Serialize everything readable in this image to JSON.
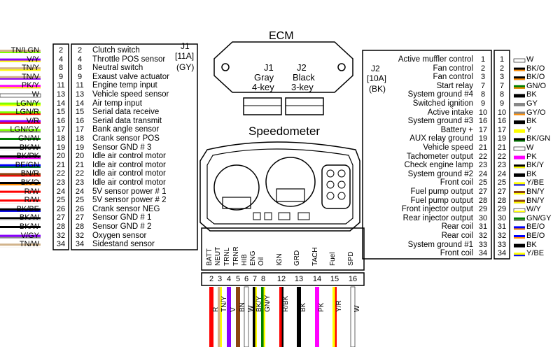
{
  "ecm": {
    "title": "ECM",
    "j1": "J1",
    "j1_color": "Gray",
    "j1_key": "4-key",
    "j2": "J2",
    "j2_color": "Black",
    "j2_key": "3-key"
  },
  "speedometer": {
    "title": "Speedometer"
  },
  "j1_connector": {
    "name": "J1",
    "amps": "[11A]",
    "color": "(GY)"
  },
  "j2_connector": {
    "name": "J2",
    "amps": "[10A]",
    "color": "(BK)"
  },
  "j1_rows": [
    {
      "wire": "TN/LGN",
      "pin": "2",
      "pin2": "2",
      "label": "Clutch switch",
      "c1": "#d2b48c",
      "c2": "#7fff00"
    },
    {
      "wire": "V/Y",
      "pin": "4",
      "pin2": "4",
      "label": "Throttle POS sensor",
      "c1": "#8b00ff",
      "c2": "#ffff00"
    },
    {
      "wire": "TN/Y",
      "pin": "8",
      "pin2": "8",
      "label": "Neutral switch",
      "c1": "#d2b48c",
      "c2": "#ffff00"
    },
    {
      "wire": "TN/V",
      "pin": "9",
      "pin2": "9",
      "label": "Exaust valve actuator",
      "c1": "#d2b48c",
      "c2": "#8b00ff"
    },
    {
      "wire": "PK/Y",
      "pin": "11",
      "pin2": "11",
      "label": "Engine temp input",
      "c1": "#ff00ff",
      "c2": "#ffff00"
    },
    {
      "wire": "W",
      "pin": "13",
      "pin2": "13",
      "label": "Vehicle speed sensor",
      "c1": "#ffffff",
      "c2": "#ffffff"
    },
    {
      "wire": "LGN/Y",
      "pin": "14",
      "pin2": "14",
      "label": "Air temp input",
      "c1": "#7fff00",
      "c2": "#ffff00"
    },
    {
      "wire": "LGN/R",
      "pin": "15",
      "pin2": "15",
      "label": "Serial data receive",
      "c1": "#7fff00",
      "c2": "#ff0000"
    },
    {
      "wire": "V/R",
      "pin": "16",
      "pin2": "16",
      "label": "Serial data transmit",
      "c1": "#8b00ff",
      "c2": "#ff0000"
    },
    {
      "wire": "LGN/GY",
      "pin": "17",
      "pin2": "17",
      "label": "Bank angle sensor",
      "c1": "#7fff00",
      "c2": "#888888"
    },
    {
      "wire": "GN/W",
      "pin": "18",
      "pin2": "18",
      "label": "Crank sensor POS",
      "c1": "#008000",
      "c2": "#ffffff"
    },
    {
      "wire": "BK/W",
      "pin": "19",
      "pin2": "19",
      "label": "Sensor GND # 3",
      "c1": "#000000",
      "c2": "#ffffff"
    },
    {
      "wire": "BK/PK",
      "pin": "20",
      "pin2": "20",
      "label": "Idle air control motor",
      "c1": "#000000",
      "c2": "#ff00ff"
    },
    {
      "wire": "BE/GN",
      "pin": "21",
      "pin2": "21",
      "label": "Idle air control motor",
      "c1": "#0000ff",
      "c2": "#008000"
    },
    {
      "wire": "BN/R",
      "pin": "22",
      "pin2": "22",
      "label": "Idle air control motor",
      "c1": "#8b4513",
      "c2": "#ff0000"
    },
    {
      "wire": "BK/O",
      "pin": "23",
      "pin2": "23",
      "label": "Idle air control motor",
      "c1": "#000000",
      "c2": "#ff8c00"
    },
    {
      "wire": "R/W",
      "pin": "24",
      "pin2": "24",
      "label": "5V sensor power # 1",
      "c1": "#ff0000",
      "c2": "#ffffff"
    },
    {
      "wire": "R/W",
      "pin": "25",
      "pin2": "25",
      "label": "5V sensor power # 2",
      "c1": "#ff0000",
      "c2": "#ffffff"
    },
    {
      "wire": "BK/BE",
      "pin": "26",
      "pin2": "26",
      "label": "Crank sensor NEG",
      "c1": "#000000",
      "c2": "#0000ff"
    },
    {
      "wire": "BK/W",
      "pin": "27",
      "pin2": "27",
      "label": "Sensor GND # 1",
      "c1": "#000000",
      "c2": "#ffffff"
    },
    {
      "wire": "BK/W",
      "pin": "28",
      "pin2": "28",
      "label": "Sensor GND # 2",
      "c1": "#000000",
      "c2": "#ffffff"
    },
    {
      "wire": "V/GY",
      "pin": "32",
      "pin2": "32",
      "label": "Oxygen sensor",
      "c1": "#8b00ff",
      "c2": "#888888"
    },
    {
      "wire": "TN/W",
      "pin": "34",
      "pin2": "34",
      "label": "Sidestand sensor",
      "c1": "#d2b48c",
      "c2": "#ffffff"
    }
  ],
  "j2_rows": [
    {
      "label": "Active muffler control",
      "pin": "1",
      "pin2": "1",
      "wire": "W",
      "c1": "#ffffff",
      "c2": "#ffffff"
    },
    {
      "label": "Fan control",
      "pin": "2",
      "pin2": "2",
      "wire": "BK/O",
      "c1": "#000000",
      "c2": "#ff8c00"
    },
    {
      "label": "Fan control",
      "pin": "3",
      "pin2": "3",
      "wire": "BK/O",
      "c1": "#000000",
      "c2": "#ff8c00"
    },
    {
      "label": "Start relay",
      "pin": "7",
      "pin2": "7",
      "wire": "GN/O",
      "c1": "#008000",
      "c2": "#ff8c00"
    },
    {
      "label": "System ground #4",
      "pin": "8",
      "pin2": "8",
      "wire": "BK",
      "c1": "#000000",
      "c2": "#000000"
    },
    {
      "label": "Switched ignition",
      "pin": "9",
      "pin2": "9",
      "wire": "GY",
      "c1": "#888888",
      "c2": "#888888"
    },
    {
      "label": "Active intake",
      "pin": "10",
      "pin2": "10",
      "wire": "GY/O",
      "c1": "#888888",
      "c2": "#ff8c00"
    },
    {
      "label": "System ground #3",
      "pin": "16",
      "pin2": "16",
      "wire": "BK",
      "c1": "#000000",
      "c2": "#000000"
    },
    {
      "label": "Battery +",
      "pin": "17",
      "pin2": "17",
      "wire": "Y",
      "c1": "#ffff00",
      "c2": "#ffff00"
    },
    {
      "label": "AUX relay ground",
      "pin": "19",
      "pin2": "19",
      "wire": "BK/GN",
      "c1": "#000000",
      "c2": "#008000"
    },
    {
      "label": "Vehicle speed",
      "pin": "21",
      "pin2": "21",
      "wire": "W",
      "c1": "#ffffff",
      "c2": "#ffffff"
    },
    {
      "label": "Tachometer output",
      "pin": "22",
      "pin2": "22",
      "wire": "PK",
      "c1": "#ff00ff",
      "c2": "#ff00ff"
    },
    {
      "label": "Check engine lamp",
      "pin": "23",
      "pin2": "23",
      "wire": "BK/Y",
      "c1": "#000000",
      "c2": "#ffff00"
    },
    {
      "label": "System ground #2",
      "pin": "24",
      "pin2": "24",
      "wire": "BK",
      "c1": "#000000",
      "c2": "#000000"
    },
    {
      "label": "Front coil",
      "pin": "25",
      "pin2": "25",
      "wire": "Y/BE",
      "c1": "#ffff00",
      "c2": "#0000ff"
    },
    {
      "label": "Fuel pump output",
      "pin": "27",
      "pin2": "27",
      "wire": "BN/Y",
      "c1": "#8b4513",
      "c2": "#ffff00"
    },
    {
      "label": "Fuel pump output",
      "pin": "28",
      "pin2": "28",
      "wire": "BN/Y",
      "c1": "#8b4513",
      "c2": "#ffff00"
    },
    {
      "label": "Front injector output",
      "pin": "29",
      "pin2": "29",
      "wire": "W/Y",
      "c1": "#ffffff",
      "c2": "#ffff00"
    },
    {
      "label": "Rear injector output",
      "pin": "30",
      "pin2": "30",
      "wire": "GN/GY",
      "c1": "#008000",
      "c2": "#888888"
    },
    {
      "label": "Rear coil",
      "pin": "31",
      "pin2": "31",
      "wire": "BE/O",
      "c1": "#0000ff",
      "c2": "#ff8c00"
    },
    {
      "label": "Rear coil",
      "pin": "32",
      "pin2": "32",
      "wire": "BE/O",
      "c1": "#0000ff",
      "c2": "#ff8c00"
    },
    {
      "label": "System ground #1",
      "pin": "33",
      "pin2": "33",
      "wire": "BK",
      "c1": "#000000",
      "c2": "#000000"
    },
    {
      "label": "Front coil",
      "pin": "34",
      "pin2": "34",
      "wire": "Y/BE",
      "c1": "#ffff00",
      "c2": "#0000ff"
    }
  ],
  "speedo_pins": [
    {
      "func": "BATT",
      "pin": "2",
      "wire": "R",
      "c1": "#ff0000",
      "c2": "#ff0000"
    },
    {
      "func": "NEUT",
      "pin": "3",
      "wire": "TN/Y",
      "c1": "#d2b48c",
      "c2": "#ffff00"
    },
    {
      "func": "TRNL",
      "pin": "4",
      "wire": "V",
      "c1": "#8b00ff",
      "c2": "#8b00ff"
    },
    {
      "func": "TRNR",
      "pin": "5",
      "wire": "BN",
      "c1": "#8b4513",
      "c2": "#8b4513"
    },
    {
      "func": "HIB",
      "pin": "6",
      "wire": "W",
      "c1": "#ffffff",
      "c2": "#ffffff"
    },
    {
      "func": "ENG",
      "pin": "7",
      "wire": "BK/Y",
      "c1": "#000000",
      "c2": "#ffff00"
    },
    {
      "func": "Oil",
      "pin": "8",
      "wire": "GN/Y",
      "c1": "#008000",
      "c2": "#ffff00"
    },
    {
      "func": "IGN",
      "pin": "12",
      "wire": "R/BK",
      "c1": "#ff0000",
      "c2": "#000000"
    },
    {
      "func": "GRD",
      "pin": "13",
      "wire": "BK",
      "c1": "#000000",
      "c2": "#000000"
    },
    {
      "func": "TACH",
      "pin": "14",
      "wire": "PK",
      "c1": "#ff00ff",
      "c2": "#ff00ff"
    },
    {
      "func": "Fuel",
      "pin": "15",
      "wire": "Y/R",
      "c1": "#ffff00",
      "c2": "#ff0000"
    },
    {
      "func": "SPD",
      "pin": "16",
      "wire": "W",
      "c1": "#ffffff",
      "c2": "#ffffff"
    }
  ]
}
